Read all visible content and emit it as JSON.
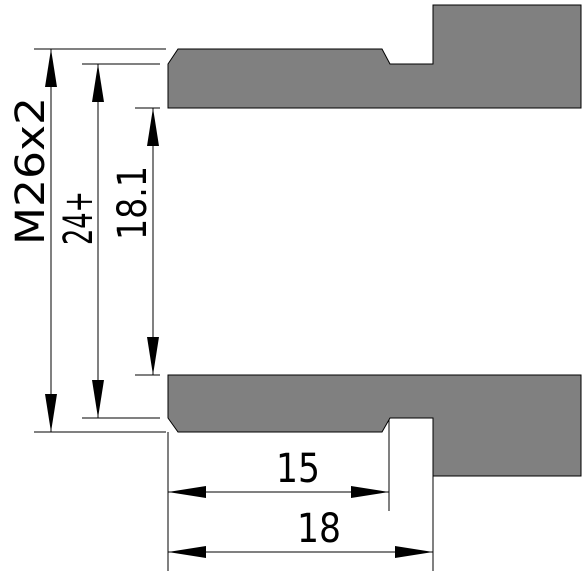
{
  "colors": {
    "background": "#ffffff",
    "part_fill": "#808080",
    "line": "#000000"
  },
  "dimensions": {
    "thread_major": "M26x2",
    "pitch_diameter": "24+",
    "minor_diameter": "18.1",
    "thread_length": "15",
    "total_length": "18"
  }
}
